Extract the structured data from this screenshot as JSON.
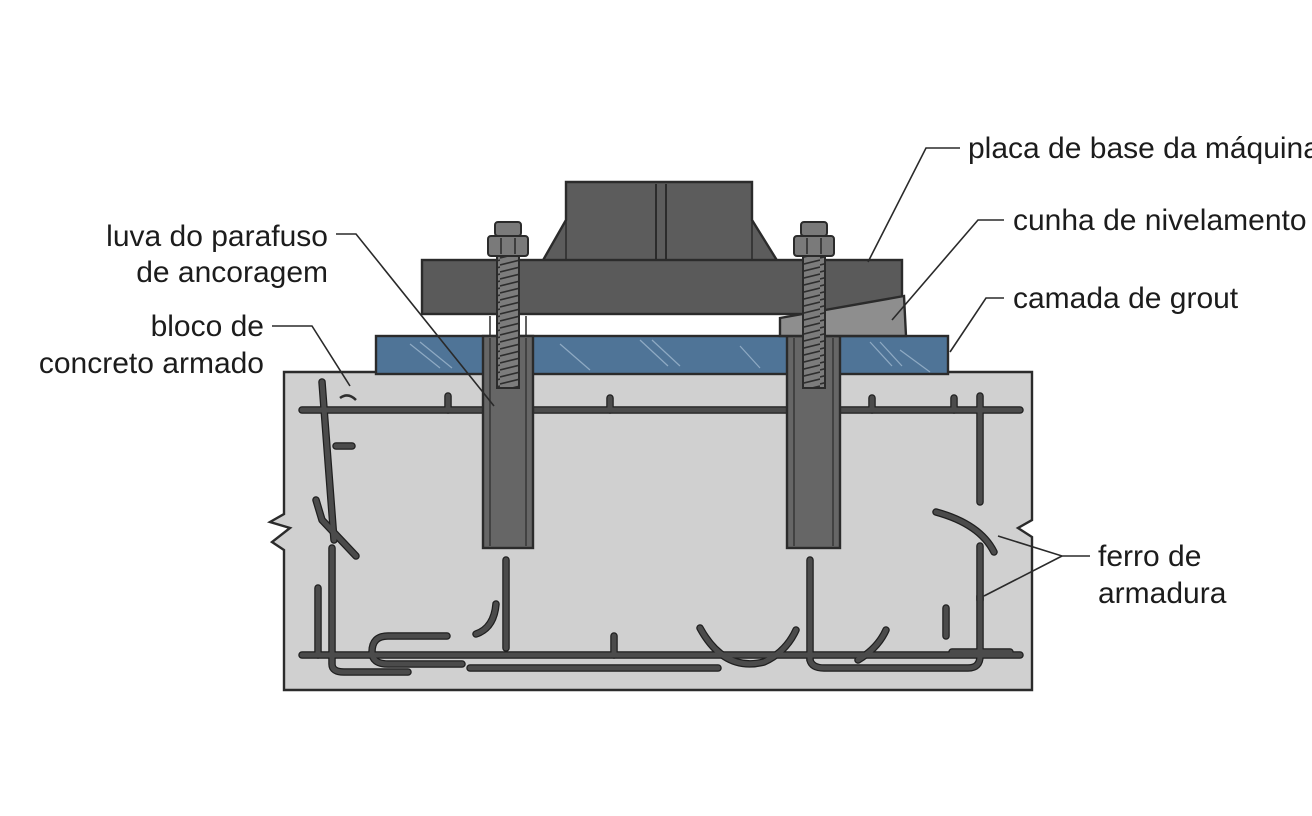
{
  "diagram": {
    "labels": {
      "base_plate": "placa de base da máquina",
      "leveling_wedge": "cunha de nivelamento",
      "grout_layer": "camada de grout",
      "sleeve_line1": "luva do parafuso",
      "sleeve_line2": "de ancoragem",
      "block_line1": "bloco de",
      "block_line2": "concreto armado",
      "rebar_line1": "ferro de",
      "rebar_line2": "armadura"
    },
    "colors": {
      "concrete": "#d0d0d0",
      "grout": "#4f7497",
      "base_plate": "#5a5a5a",
      "machine_housing": "#5c5c5c",
      "sleeve": "#666666",
      "bolt": "#7a7a7a",
      "wedge": "#8e8e8e",
      "rebar": "#4b4b4b"
    }
  }
}
